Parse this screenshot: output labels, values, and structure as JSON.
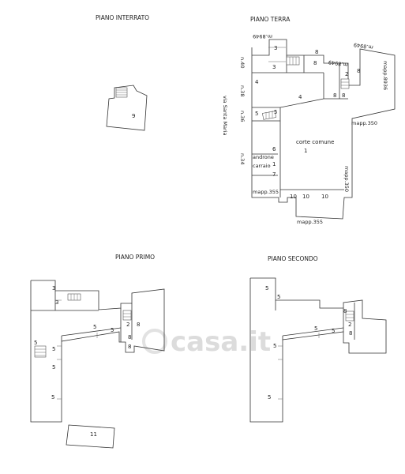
{
  "titles": {
    "basement": "PIANO  INTERRATO",
    "ground": "PIANO  TERRA",
    "first": "PIANO PRIMO",
    "second": "PIANO SECONDO"
  },
  "labels": {
    "street": "via Santa Maria",
    "n40": "n.40",
    "n38": "n.38",
    "n36": "n.36",
    "n34": "n.34",
    "m8949_a": "m.8949",
    "m8949_b": "m.8949",
    "m8949_c": "m.8949",
    "mapp8936": "mapp.8936",
    "mapp350_a": "mapp.350",
    "mapp350_b": "mapp.350",
    "mapp355_a": "mapp.355",
    "mapp355_b": "mapp.355",
    "corte": "corte comune",
    "androne": "androne",
    "carraio": "carraio"
  },
  "rooms": {
    "b9": "9",
    "g1": "1",
    "g1b": "1",
    "g2": "2",
    "g3a": "3",
    "g3b": "3",
    "g4a": "4",
    "g4b": "4",
    "g5a": "5",
    "g5b": "5",
    "g6": "6",
    "g7": "7",
    "g8a": "8",
    "g8b": "8",
    "g8c": "8",
    "g8d": "8",
    "g8e": "8",
    "g10a": "10",
    "g10b": "10",
    "g10c": "10",
    "f3a": "3",
    "f3b": "3",
    "f5a": "5",
    "f5b": "5",
    "f5c": "5",
    "f5d": "5",
    "f5e": "5",
    "f5f": "5",
    "f2": "2",
    "f8a": "8",
    "f8b": "8",
    "f8c": "8",
    "f11": "11",
    "s5a": "5",
    "s5b": "5",
    "s5c": "5",
    "s5d": "5",
    "s5e": "5",
    "s5f": "5",
    "s2": "2",
    "s8a": "8",
    "s8b": "8"
  },
  "watermark": "casa.it"
}
